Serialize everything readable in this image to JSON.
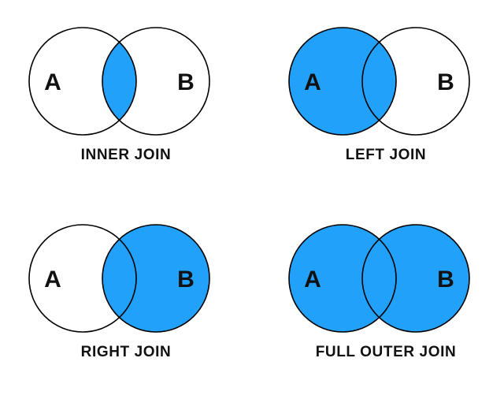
{
  "diagram": {
    "title_visible": false,
    "background_color": "#ffffff",
    "fill_color": "#21a1fa",
    "outline_color": "#000000",
    "label_color": "#111111",
    "set_labels": {
      "left": "A",
      "right": "B"
    }
  },
  "panels": [
    {
      "id": "inner-join",
      "label": "INNER JOIN",
      "left_set": "A",
      "right_set": "B",
      "shaded_region": "intersection",
      "left_filled": false,
      "right_filled": false,
      "intersection_filled": true
    },
    {
      "id": "left-join",
      "label": "LEFT JOIN",
      "left_set": "A",
      "right_set": "B",
      "shaded_region": "left-circle-including-intersection",
      "left_filled": true,
      "right_filled": false,
      "intersection_filled": true
    },
    {
      "id": "right-join",
      "label": "RIGHT JOIN",
      "left_set": "A",
      "right_set": "B",
      "shaded_region": "right-circle-including-intersection",
      "left_filled": false,
      "right_filled": true,
      "intersection_filled": true
    },
    {
      "id": "full-outer-join",
      "label": "FULL OUTER JOIN",
      "left_set": "A",
      "right_set": "B",
      "shaded_region": "both-circles-union",
      "left_filled": true,
      "right_filled": true,
      "intersection_filled": true
    }
  ]
}
